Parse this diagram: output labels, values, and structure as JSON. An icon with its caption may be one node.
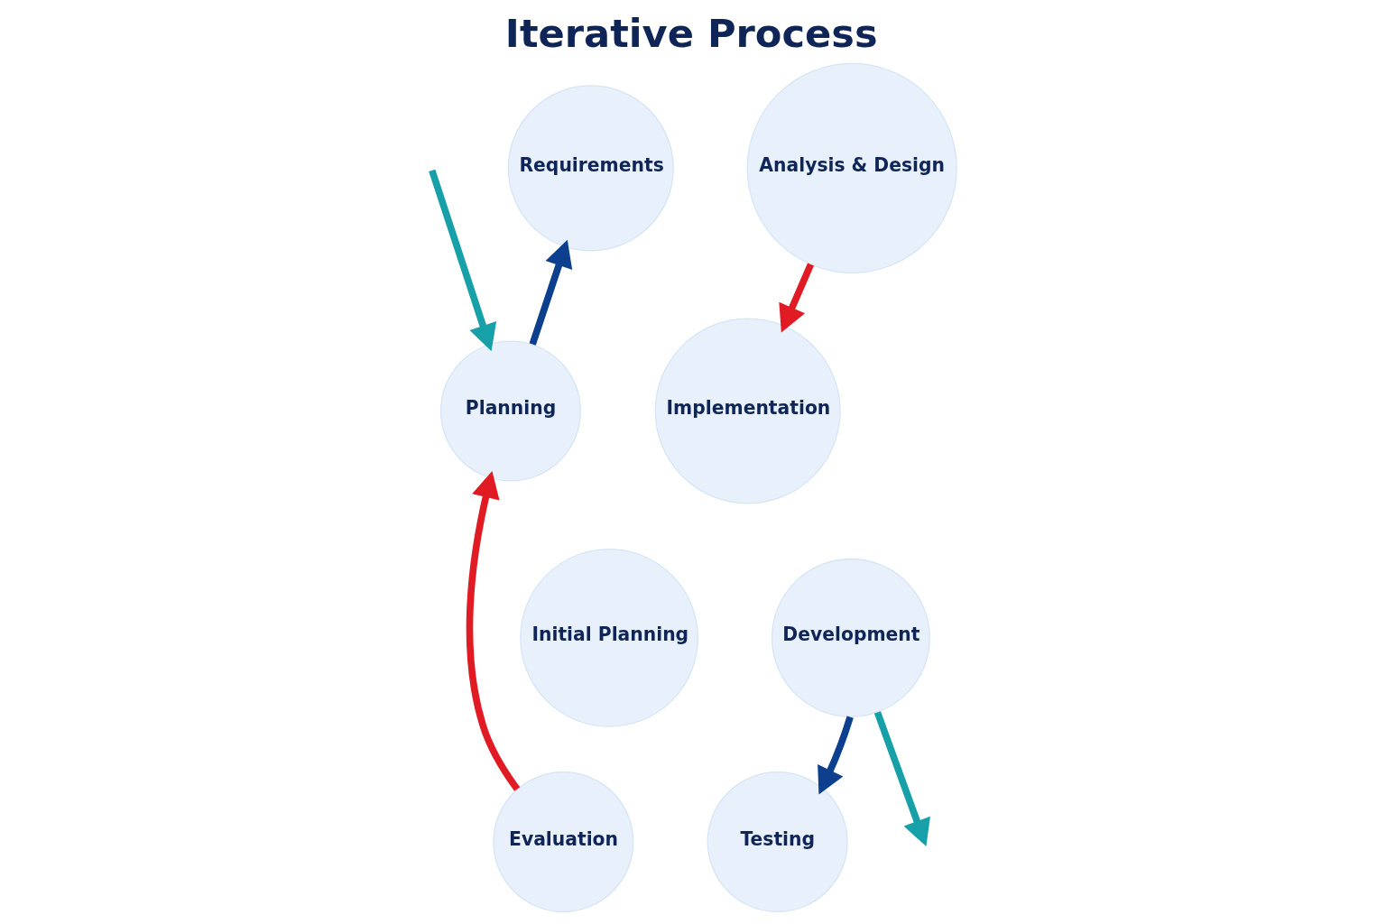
{
  "diagram": {
    "title": "Iterative Process",
    "nodes": [
      {
        "text": [
          "Requirements"
        ]
      },
      {
        "text": [
          "Analysis & Design"
        ]
      },
      {
        "text": [
          "Planning"
        ]
      },
      {
        "text": [
          "Implementation"
        ]
      },
      {
        "text": [
          "Initial Planning"
        ]
      },
      {
        "text": [
          "Development"
        ]
      },
      {
        "text": [
          "Evaluation"
        ]
      },
      {
        "text": [
          "Testing"
        ]
      }
    ],
    "edges": [
      {
        "from": 2,
        "to": 0,
        "arrow": "to",
        "color": "#0d3f8f"
      },
      {
        "from": 1,
        "to": 3,
        "arrow": "to",
        "color": "#e01b24"
      },
      {
        "from": 5,
        "to": 7,
        "arrow": "to",
        "color": "#0d3f8f"
      },
      {
        "from": 6,
        "to": 2,
        "arrow": "to",
        "color": "#e01b24"
      },
      {
        "from": null,
        "to": 2,
        "arrow": "to",
        "color": "#17a0a8"
      },
      {
        "from": 5,
        "to": null,
        "arrow": "to",
        "color": "#17a0a8"
      }
    ]
  }
}
